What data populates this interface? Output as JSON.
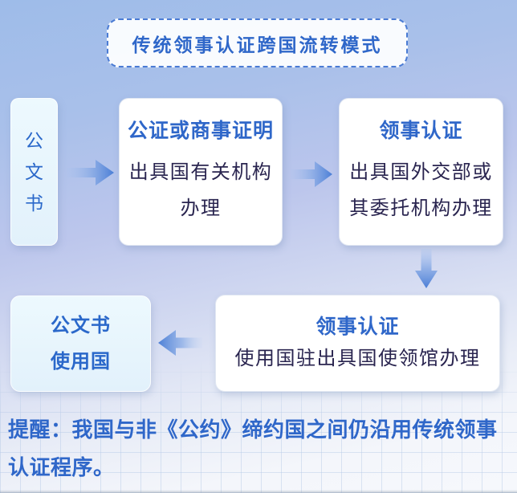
{
  "header": {
    "title": "传统领事认证跨国流转模式"
  },
  "flow": {
    "source_doc": {
      "label": "公文书"
    },
    "step_notary": {
      "title": "公证或商事证明",
      "line1": "出具国有关机构",
      "line2": "办理"
    },
    "step_consular_issuing": {
      "title": "领事认证",
      "line1": "出具国外交部或",
      "line2": "其委托机构办理"
    },
    "step_consular_using": {
      "title": "领事认证",
      "line1": "使用国驻出具国使领馆办理"
    },
    "destination": {
      "line1": "公文书",
      "line2": "使用国"
    }
  },
  "footer": {
    "reminder": "提醒：我国与非《公约》缔约国之间仍沿用传统领事认证程序。"
  },
  "colors": {
    "accent_blue": "#2f67c9",
    "dark_text": "#29244f",
    "arrow_blue": "#4a7ed6",
    "arrow_light": "#b7cbf0",
    "title_border": "#4a7bd4"
  }
}
